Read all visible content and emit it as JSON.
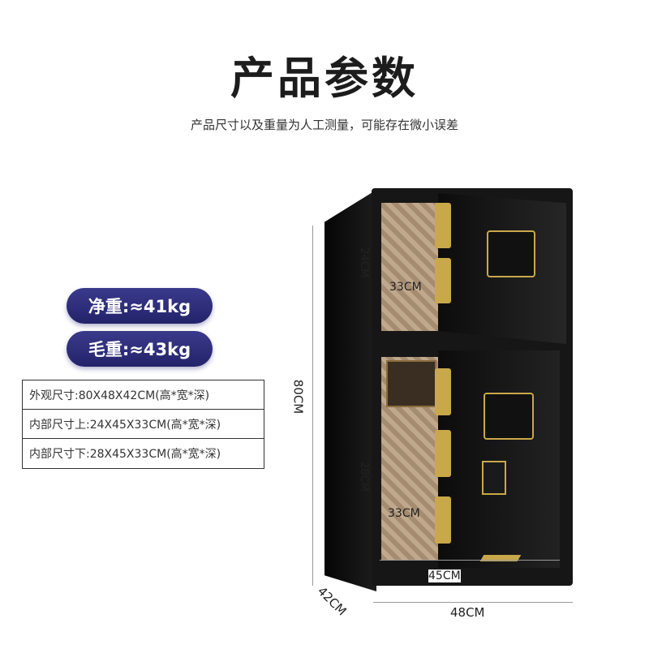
{
  "header": {
    "title": "产品参数",
    "subtitle": "产品尺寸以及重量为人工测量，可能存在微小误差"
  },
  "weights": {
    "net": "净重:≈41kg",
    "gross": "毛重:≈43kg"
  },
  "specs": [
    "外观尺寸:80X48X42CM(高*宽*深)",
    "内部尺寸上:24X45X33CM(高*宽*深)",
    "内部尺寸下:28X45X33CM(高*宽*深)"
  ],
  "dimensions": {
    "height": "80CM",
    "upper_height": "24CM",
    "lower_height": "28CM",
    "upper_depth": "33CM",
    "lower_depth": "33CM",
    "inner_width": "45CM",
    "width": "48CM",
    "depth": "42CM"
  },
  "colors": {
    "pill": "#2b2b78",
    "safe": "#141414",
    "gold": "#c9a84a",
    "lining": "#b59c80"
  }
}
